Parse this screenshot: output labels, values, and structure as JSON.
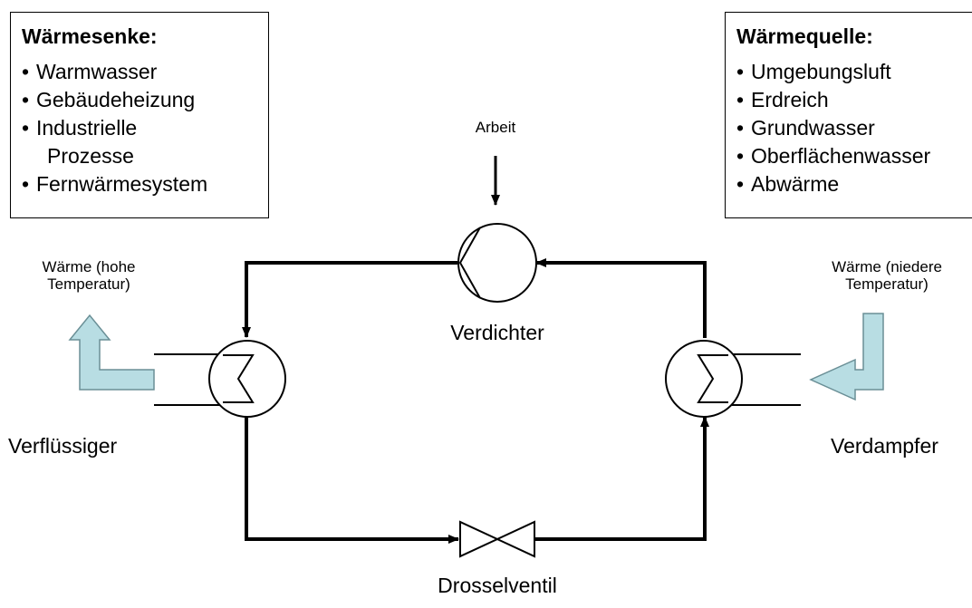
{
  "heat_sink": {
    "title": "Wärmesenke:",
    "items": [
      "Warmwasser",
      "Gebäudeheizung",
      "Industrielle",
      "Prozesse",
      "Fernwärmesystem"
    ]
  },
  "heat_source": {
    "title": "Wärmequelle:",
    "items": [
      "Umgebungsluft",
      "Erdreich",
      "Grundwasser",
      "Oberflächenwasser",
      "Abwärme"
    ]
  },
  "bullet": "•",
  "labels": {
    "work": "Arbeit",
    "compressor": "Verdichter",
    "condenser": "Verflüssiger",
    "evaporator": "Verdampfer",
    "throttle": "Drosselventil",
    "heat_high_line1": "Wärme (hohe",
    "heat_high_line2": "Temperatur)",
    "heat_low_line1": "Wärme (niedere",
    "heat_low_line2": "Temperatur)"
  },
  "colors": {
    "arrow_fill": "#b8dde3",
    "arrow_stroke": "#6a8f96",
    "line": "#000000"
  }
}
